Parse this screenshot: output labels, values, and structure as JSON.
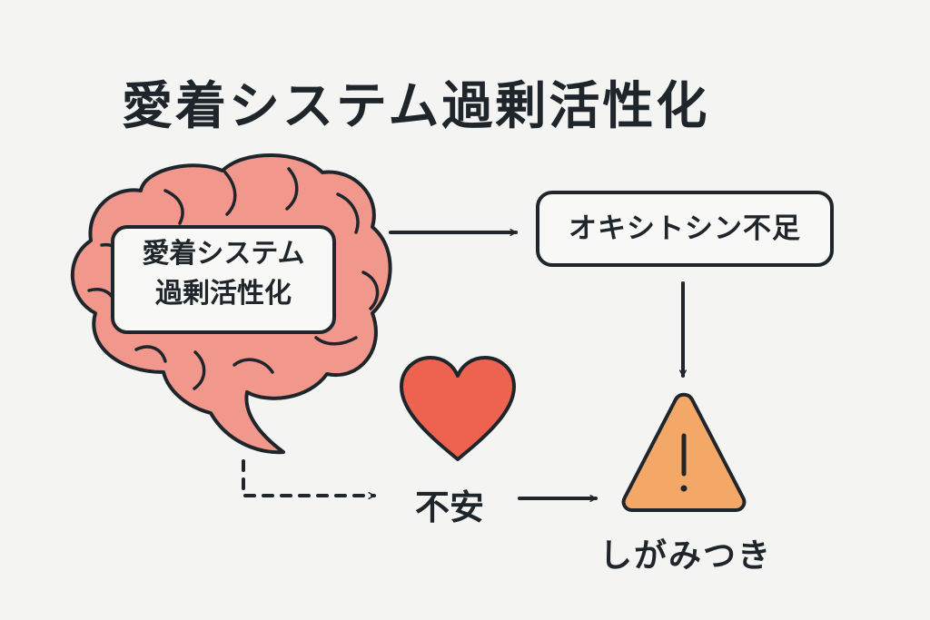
{
  "title": "愛着システム過剰活性化",
  "brain": {
    "label_line1": "愛着システム",
    "label_line2": "過剰活性化"
  },
  "nodes": {
    "oxytocin": "オキシトシン不足",
    "anxiety": "不安",
    "clinging": "しがみつき"
  },
  "colors": {
    "background": "#f4f4f2",
    "brain_fill": "#f2978c",
    "heart_fill": "#ee6350",
    "warning_fill": "#f4a867",
    "stroke": "#1f262b"
  },
  "icons": [
    "brain-icon",
    "heart-icon",
    "warning-icon"
  ]
}
